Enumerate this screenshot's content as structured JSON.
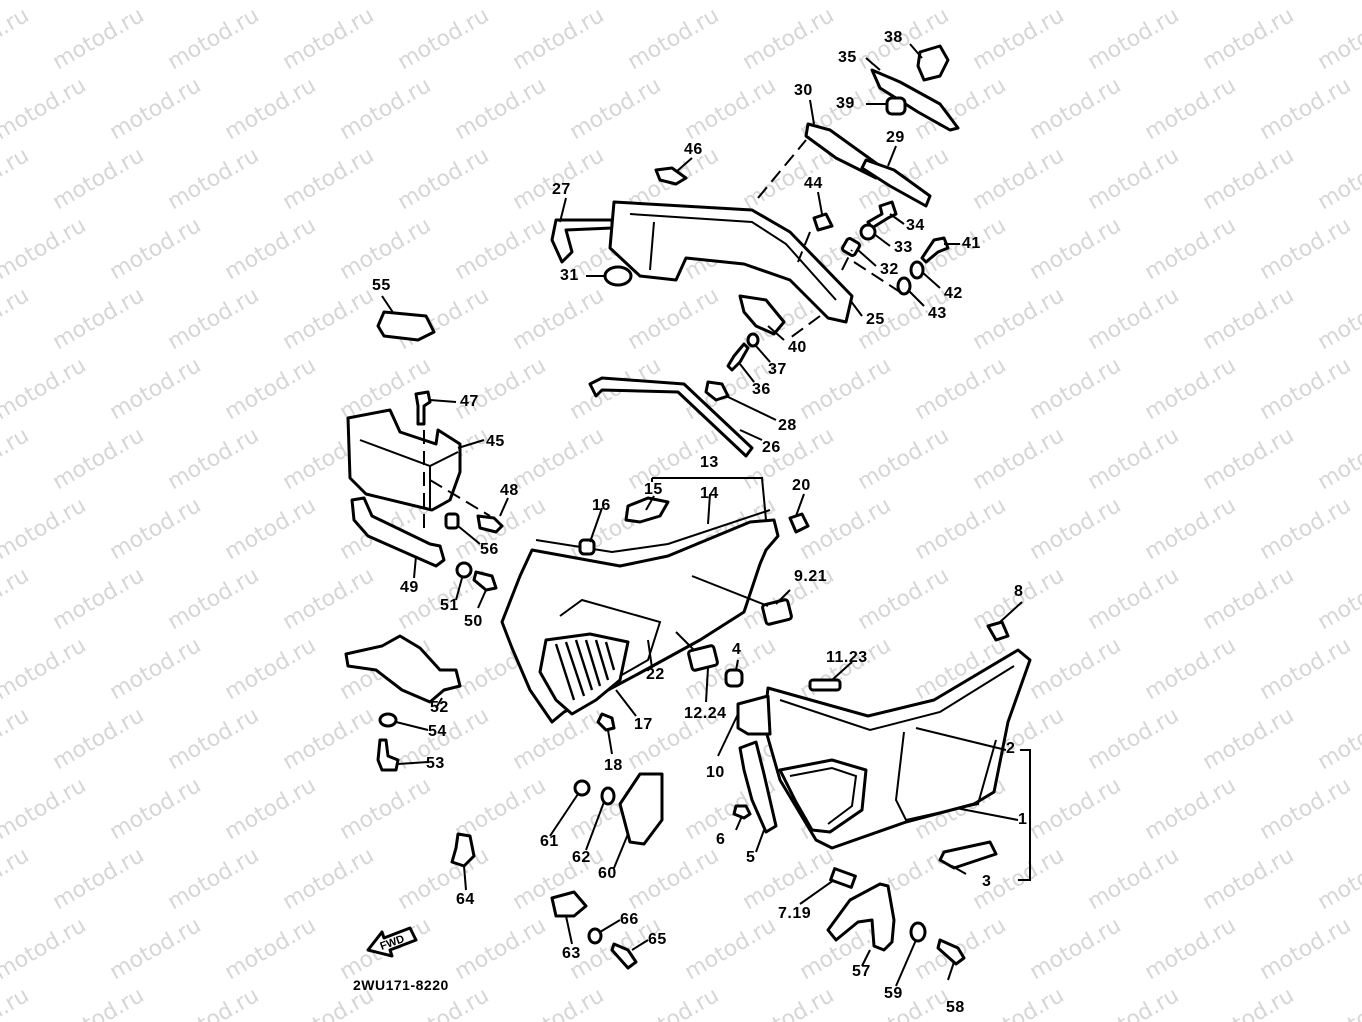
{
  "watermark": "motod.ru",
  "diagram_code": "2WU171-8220",
  "direction_arrow_label": "FWD",
  "labels": {
    "l1": "1",
    "l2": "2",
    "l3": "3",
    "l4": "4",
    "l5": "5",
    "l6": "6",
    "l7_19": "7.19",
    "l8": "8",
    "l9_21": "9.21",
    "l10": "10",
    "l11_23": "11.23",
    "l12_24": "12.24",
    "l13": "13",
    "l14": "14",
    "l15": "15",
    "l16": "16",
    "l17": "17",
    "l18": "18",
    "l20": "20",
    "l22": "22",
    "l25": "25",
    "l26": "26",
    "l27": "27",
    "l28": "28",
    "l29": "29",
    "l30": "30",
    "l31": "31",
    "l32": "32",
    "l33": "33",
    "l34": "34",
    "l35": "35",
    "l36": "36",
    "l37": "37",
    "l38": "38",
    "l39": "39",
    "l40": "40",
    "l41": "41",
    "l42": "42",
    "l43": "43",
    "l44": "44",
    "l45": "45",
    "l46": "46",
    "l47": "47",
    "l48": "48",
    "l49": "49",
    "l50": "50",
    "l51": "51",
    "l52": "52",
    "l53": "53",
    "l54": "54",
    "l55": "55",
    "l56": "56",
    "l57": "57",
    "l58": "58",
    "l59": "59",
    "l60": "60",
    "l61": "61",
    "l62": "62",
    "l63": "63",
    "l64": "64",
    "l65": "65",
    "l66": "66"
  }
}
